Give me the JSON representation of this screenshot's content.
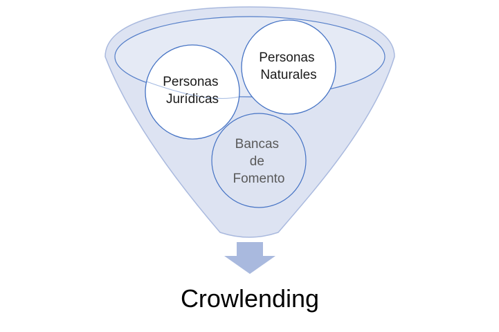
{
  "diagram": {
    "funnel_inputs": [
      {
        "lines": [
          "Personas",
          "Jurídicas"
        ]
      },
      {
        "lines": [
          "Personas",
          "Naturales"
        ]
      },
      {
        "lines": [
          "Bancas",
          "de",
          "Fomento"
        ]
      }
    ],
    "result_label": "Crowlending"
  },
  "colors": {
    "funnel_fill": "#dde3f2",
    "funnel_stroke": "#a9b9de",
    "circle_stroke": "#4472c4",
    "circle_fill": "#ffffff",
    "arrow_fill": "#a9b9de"
  }
}
